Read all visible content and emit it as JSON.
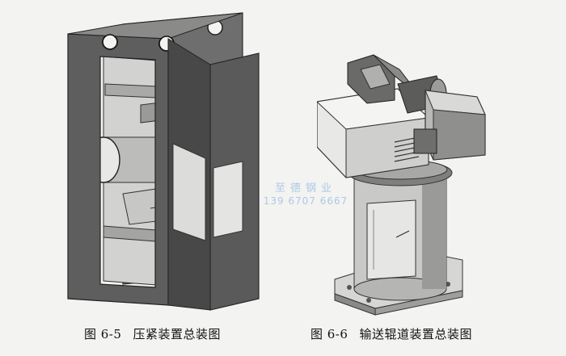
{
  "figures": [
    {
      "number": "图 6-5",
      "title": "压紧装置总装图"
    },
    {
      "number": "图 6-6",
      "title": "输送辊道装置总装图"
    }
  ],
  "watermark": {
    "name": "至德钢业",
    "phone": "139 6707 6667"
  },
  "colors": {
    "frame_dark": "#4b4b4b",
    "frame_mid": "#7d7d7d",
    "frame_light": "#bdbdbd",
    "paper": "#f3f3f1",
    "watermark": "#a7c4e6"
  }
}
